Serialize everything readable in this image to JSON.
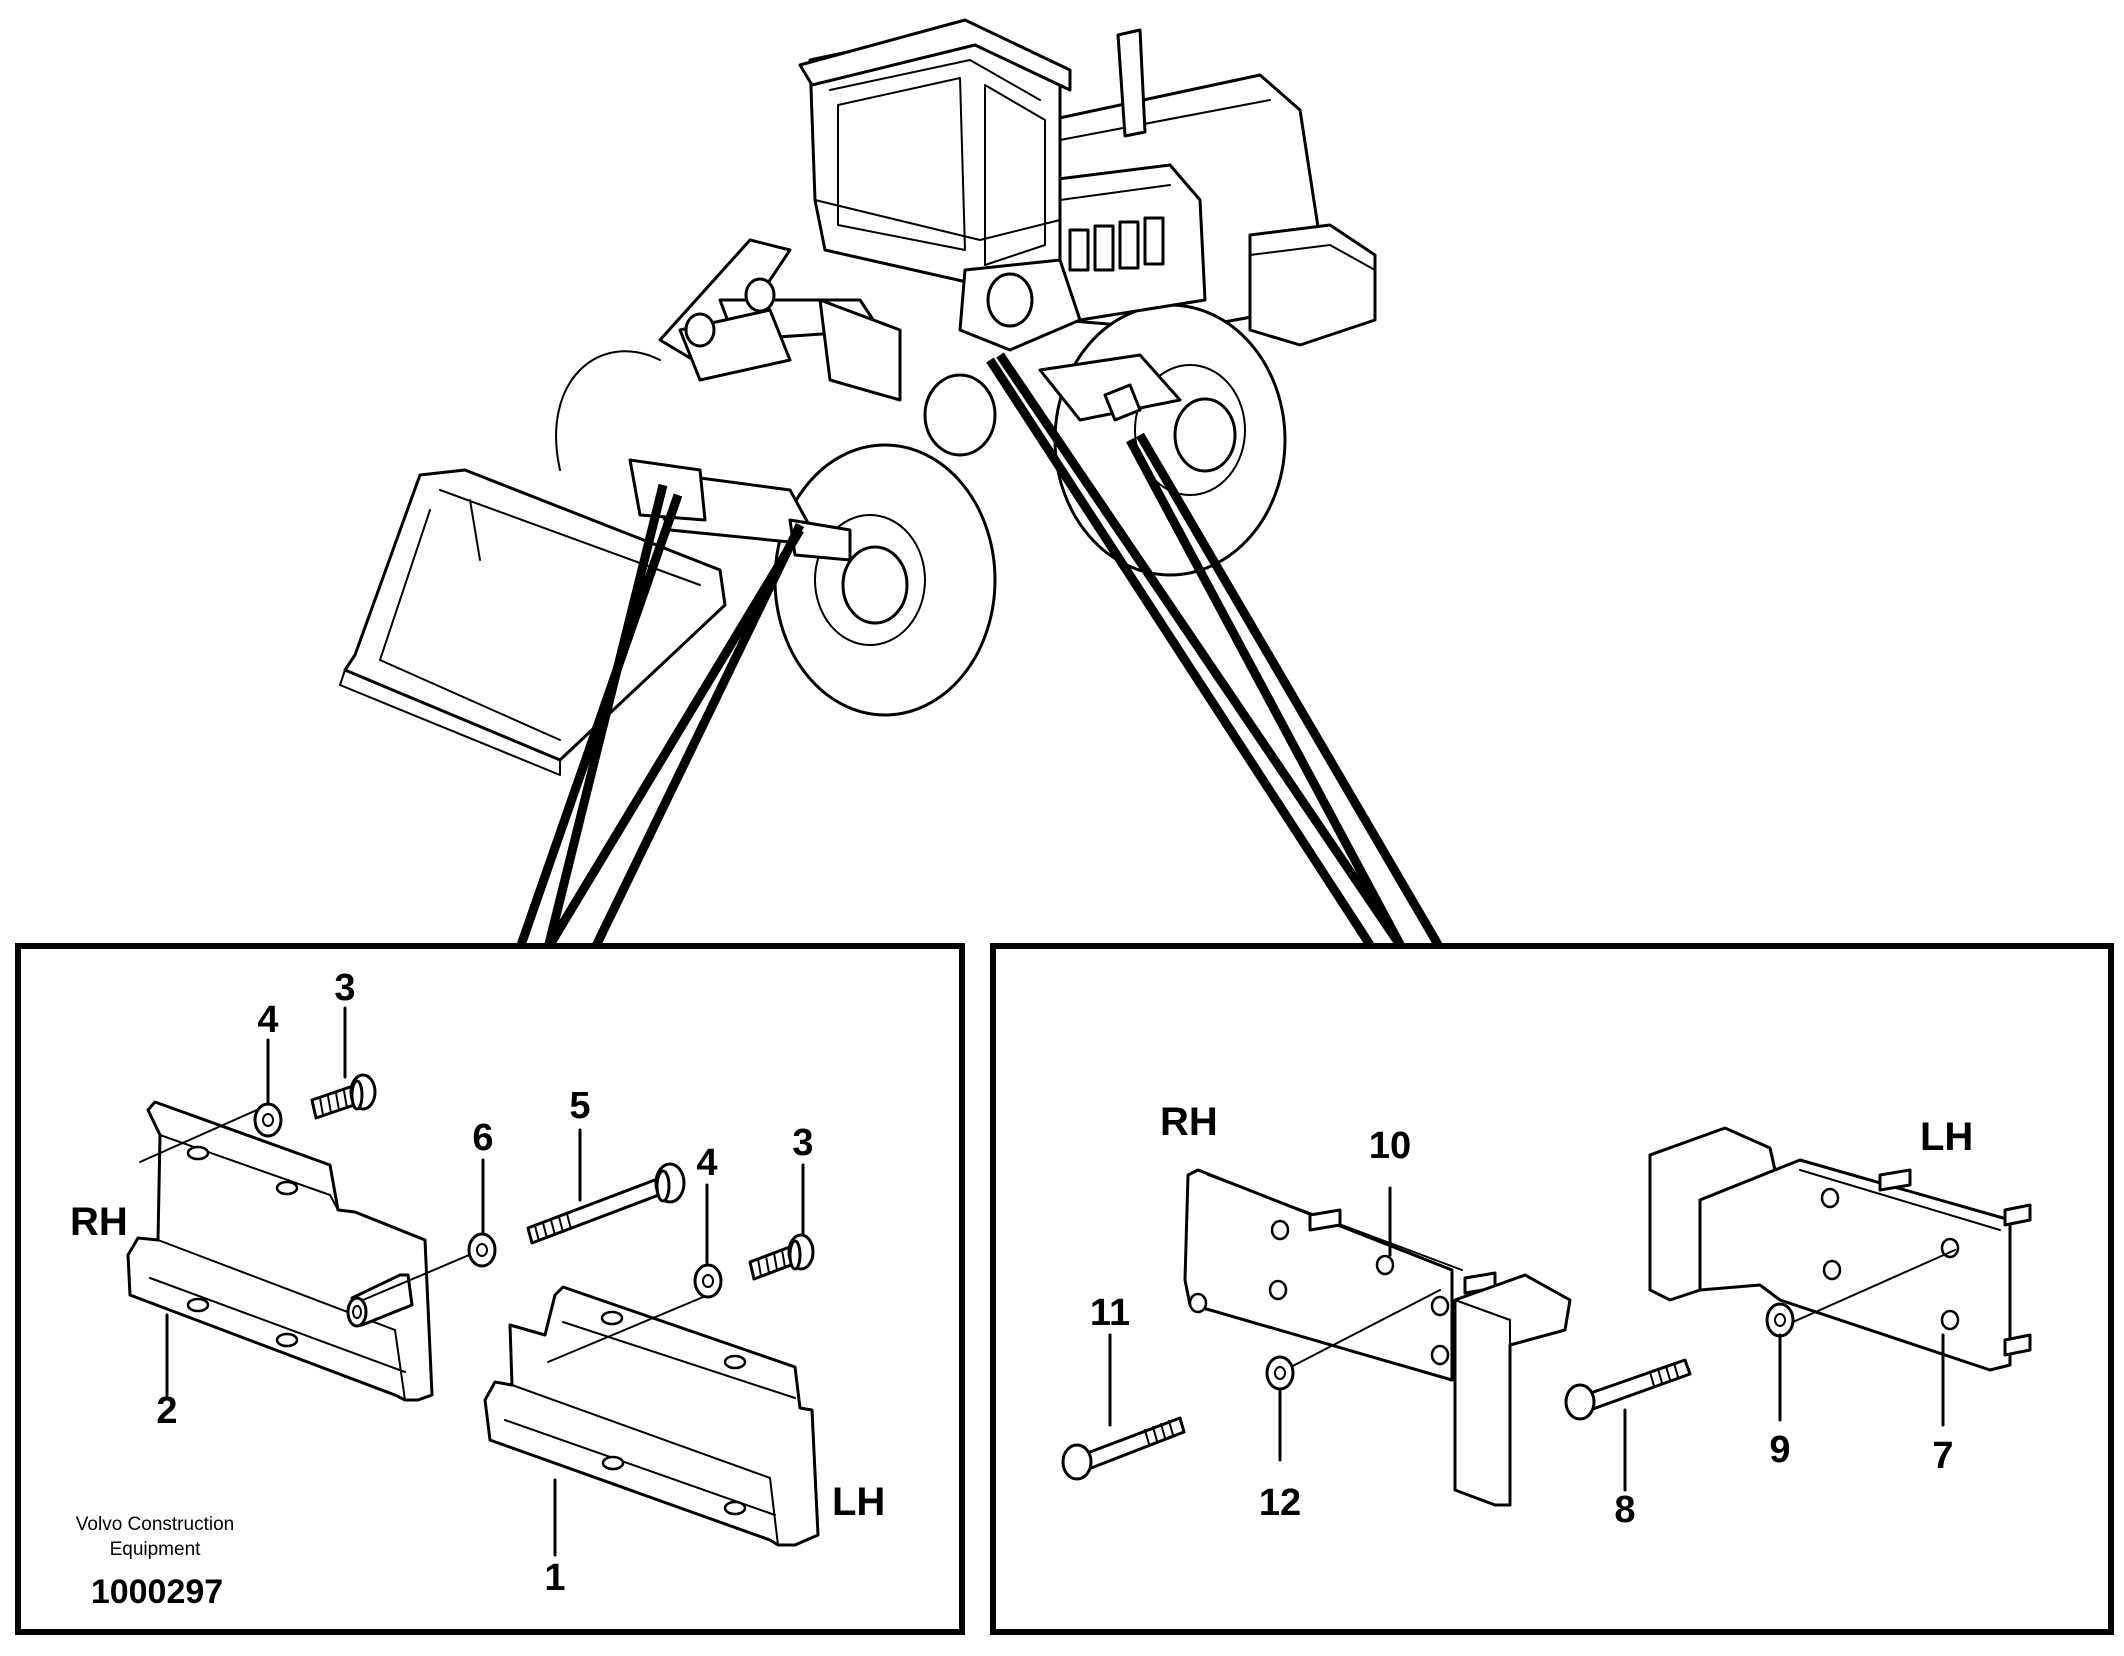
{
  "labels": {
    "left": {
      "p1": "1",
      "p2": "2",
      "p3_top": "3",
      "p3_right": "3",
      "p4_top": "4",
      "p4_right": "4",
      "p5": "5",
      "p6": "6",
      "rh": "RH",
      "lh": "LH"
    },
    "right": {
      "p7": "7",
      "p8": "8",
      "p9": "9",
      "p10": "10",
      "p11": "11",
      "p12": "12",
      "rh": "RH",
      "lh": "LH"
    }
  },
  "credit": {
    "line1": "Volvo Construction",
    "line2": "Equipment",
    "doc_number": "1000297"
  }
}
